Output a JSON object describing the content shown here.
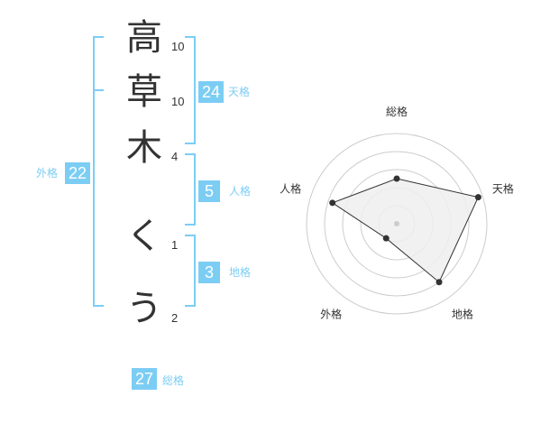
{
  "name": {
    "characters": [
      {
        "char": "高",
        "strokes": "10"
      },
      {
        "char": "草",
        "strokes": "10"
      },
      {
        "char": "木",
        "strokes": "4"
      },
      {
        "char": "く",
        "strokes": "1"
      },
      {
        "char": "う",
        "strokes": "2"
      }
    ]
  },
  "fortune": {
    "tenkaku": {
      "value": "24",
      "label": "天格"
    },
    "jinkaku": {
      "value": "5",
      "label": "人格"
    },
    "chikaku": {
      "value": "3",
      "label": "地格"
    },
    "gaikaku": {
      "value": "22",
      "label": "外格"
    },
    "soukaku": {
      "value": "27",
      "label": "総格"
    }
  },
  "colors": {
    "accent": "#7ccdf4",
    "text": "#333333",
    "ring": "#cccccc",
    "fill": "#eeeeee"
  },
  "chart_data": {
    "type": "radar",
    "axes": [
      "総格",
      "天格",
      "地格",
      "外格",
      "人格"
    ],
    "values": [
      0.5,
      0.95,
      0.8,
      0.2,
      0.75
    ],
    "range": [
      0,
      1
    ],
    "rings": 5
  }
}
